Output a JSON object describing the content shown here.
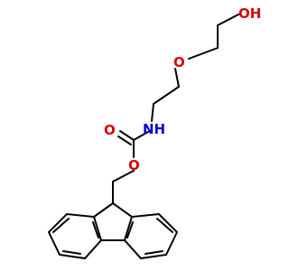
{
  "atoms": {
    "hydroxyl": "OH",
    "ether_oxygen": "O",
    "amine": "NH",
    "carbonyl_oxygen": "O",
    "ester_oxygen": "O"
  },
  "colors": {
    "bond": "#000000",
    "oxygen": "#d60000",
    "nitrogen": "#0000cc",
    "background": "#ffffff"
  }
}
